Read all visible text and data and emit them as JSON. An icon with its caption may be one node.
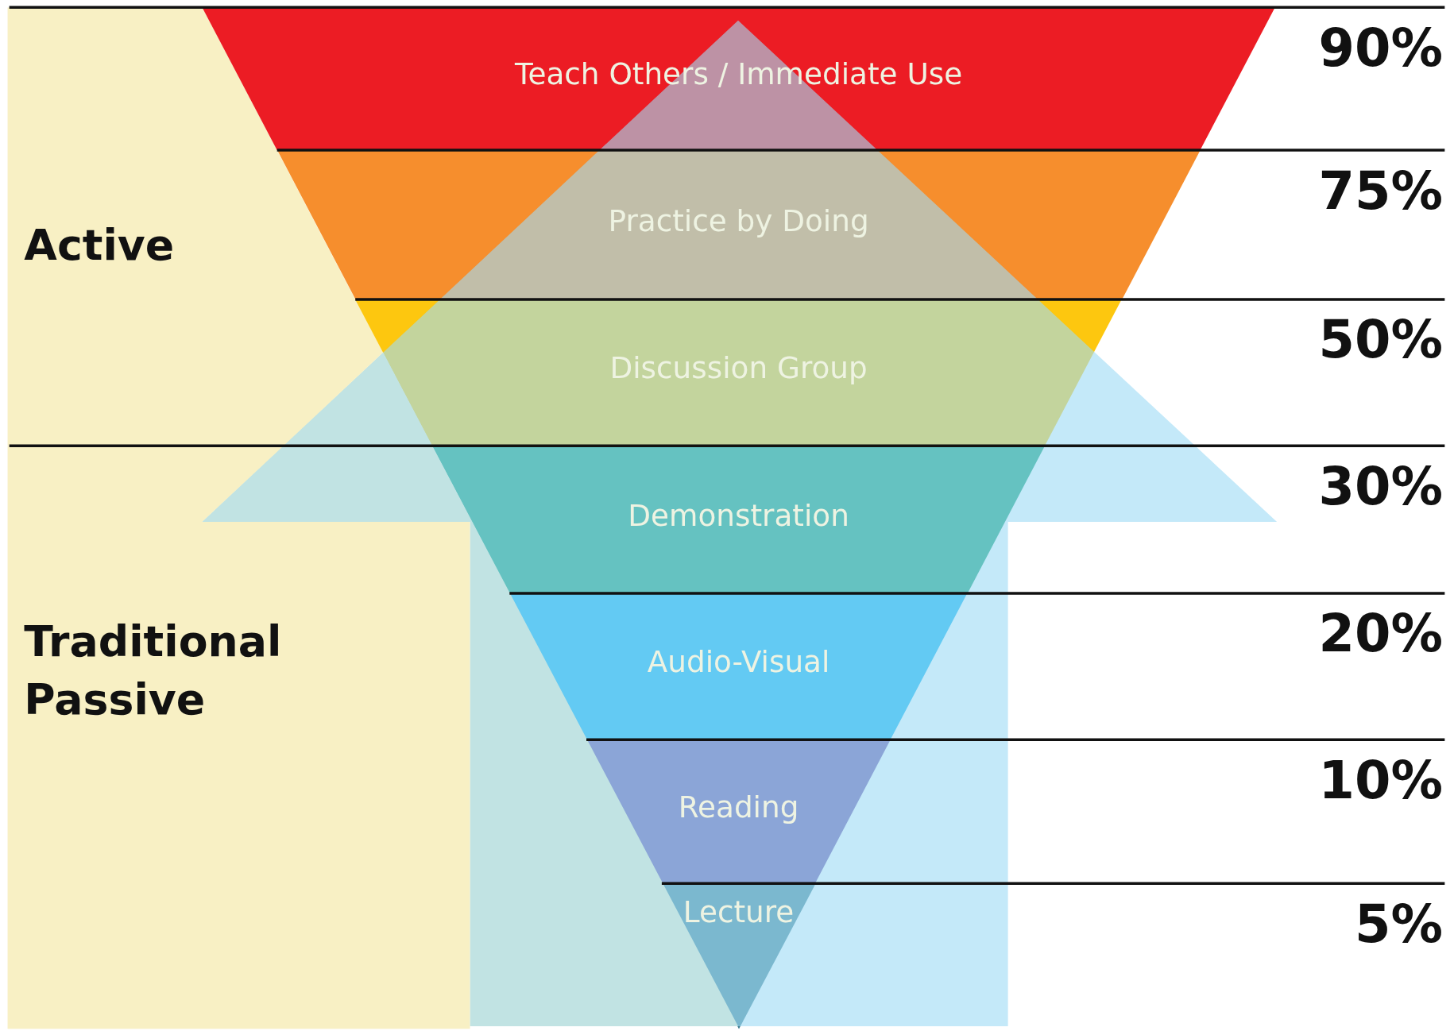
{
  "diagram": {
    "nodes": [
      {
        "text": [
          "Active"
        ]
      },
      {
        "text": [
          "Traditional Passive"
        ]
      },
      {
        "text": [
          "Teach Others / Immediate Use"
        ]
      },
      {
        "text": [
          "Practice by Doing"
        ]
      },
      {
        "text": [
          "Discussion Group"
        ]
      },
      {
        "text": [
          "Demonstration"
        ]
      },
      {
        "text": [
          "Audio-Visual"
        ]
      },
      {
        "text": [
          "Reading"
        ]
      },
      {
        "text": [
          "Lecture"
        ]
      }
    ],
    "edges": [
      {
        "from": 8,
        "to": 2,
        "arrow": "to",
        "style": "thick"
      }
    ],
    "labels": [
      "90%",
      "75%",
      "50%",
      "30%",
      "20%",
      "10%",
      "5%"
    ]
  }
}
